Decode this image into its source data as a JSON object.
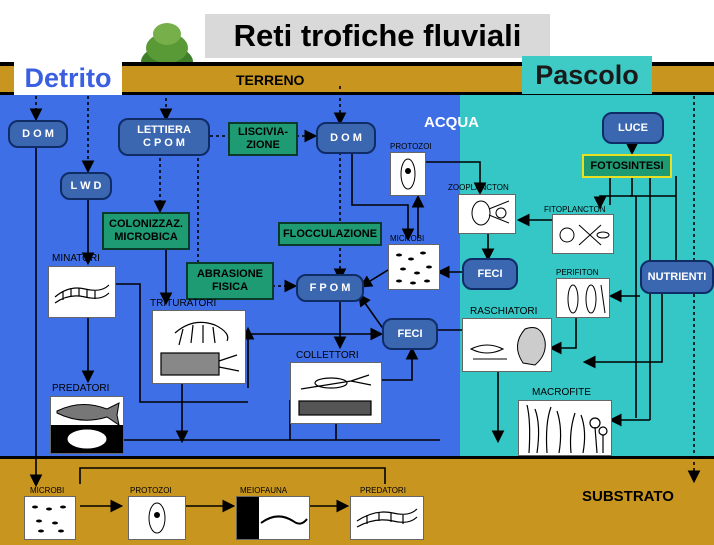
{
  "title": "Reti trofiche fluviali",
  "regions": {
    "detrito": "Detrito",
    "pascolo": "Pascolo",
    "terreno": "TERRENO",
    "acqua": "ACQUA",
    "substrato": "SUBSTRATO"
  },
  "nodes": {
    "dom_left": "D O M",
    "lwd": "L W D",
    "lettiera": "LETTIERA\nC P O M",
    "lisciviazione": "LISCIVIA-\nZIONE",
    "dom_center": "D O M",
    "colonizzaz": "COLONIZZAZ.\nMICROBICA",
    "flocculazione": "FLOCCULAZIONE",
    "abrasione": "ABRASIONE\nFISICA",
    "fpom": "F P O M",
    "feci_center": "FECI",
    "feci_right": "FECI",
    "luce": "LUCE",
    "fotosintesi": "FOTOSINTESI",
    "nutrienti": "NUTRIENTI"
  },
  "organisms": {
    "minatori": "MINATORI",
    "trituratori": "TRITURATORI",
    "predatori_water": "PREDATORI",
    "collettori": "COLLETTORI",
    "protozoi_water": "PROTOZOI",
    "microbi_water": "MICROBI",
    "zooplancton": "ZOOPLANCTON",
    "fitoplancton": "FITOPLANCTON",
    "perifiton": "PERIFITON",
    "raschiatori": "RASCHIATORI",
    "macrofite": "MACROFITE",
    "microbi_sub": "MICROBI",
    "protozoi_sub": "PROTOZOI",
    "meiofauna": "MEIOFAUNA",
    "predatori_sub": "PREDATORI"
  },
  "icons": [
    "tree-icon",
    "larva-icon",
    "amphipod-icon",
    "fish-icon",
    "beetle-icon",
    "protozoan-icon",
    "bacteria-icon",
    "copepod-icon",
    "algae-icon",
    "snail-icon",
    "aquatic-plants-icon",
    "worm-icon"
  ],
  "colors": {
    "water_detrital": "#3f6fe6",
    "water_grazing": "#35c6c6",
    "soil": "#c8961e",
    "node_blue": "#3b67b0",
    "process_green": "#1f9b73",
    "detrito_text": "#3a5fe0",
    "pascolo_text": "#1a1a1a"
  }
}
